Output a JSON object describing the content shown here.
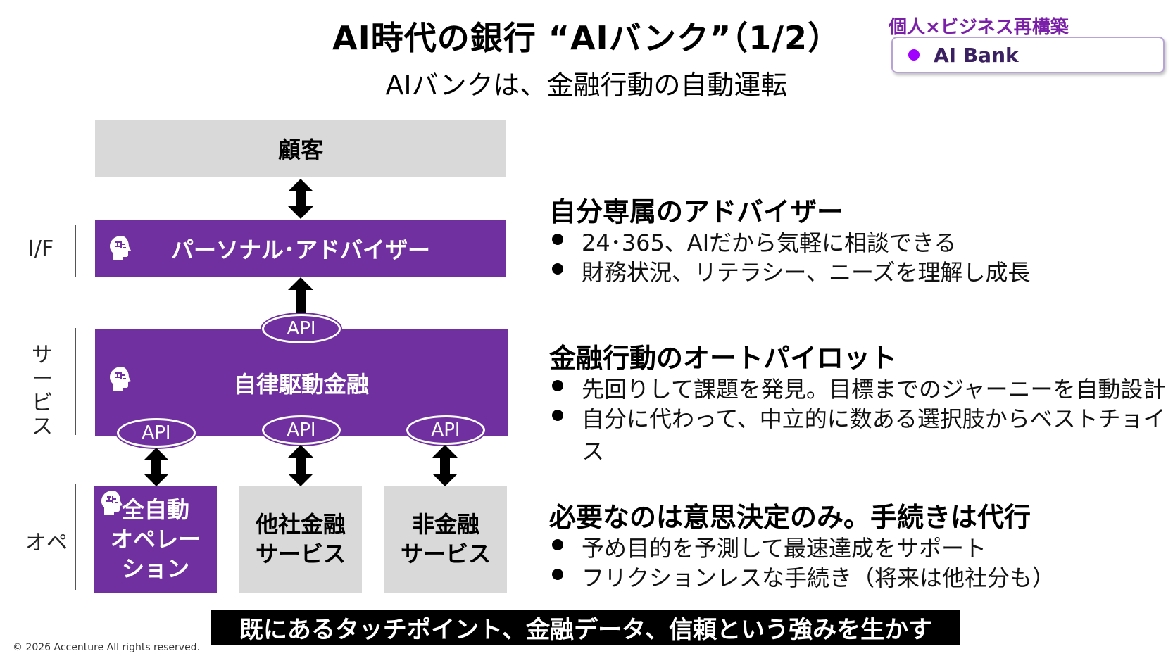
{
  "header": {
    "title": "AI時代の銀行 “AIバンク”（1/2）",
    "subtitle": "AIバンクは、金融行動の自動運転"
  },
  "tag": {
    "heading": "個人×ビジネス再構築",
    "label": "AI Bank",
    "dot_color": "#a100ff"
  },
  "diagram": {
    "customer": "顧客",
    "advisor": "パーソナル･アドバイザー",
    "autonomous": "自律駆動金融",
    "api_label": "API",
    "full_auto_ops": "全自動\nオペレー\nション",
    "other_finance": "他社金融\nサービス",
    "non_finance": "非金融\nサービス",
    "layers": {
      "if": "I/F",
      "service": "サー\nビス",
      "ops": "オペ"
    },
    "icon": "brain-head-icon",
    "colors": {
      "purple": "#7030a0",
      "gray": "#d9d9d9"
    }
  },
  "sections": [
    {
      "heading": "自分専属のアドバイザー",
      "bullets": [
        "24･365、AIだから気軽に相談できる",
        "財務状況、リテラシー、ニーズを理解し成長"
      ]
    },
    {
      "heading": "金融行動のオートパイロット",
      "bullets": [
        "先回りして課題を発見。目標までのジャーニーを自動設計",
        "自分に代わって、中立的に数ある選択肢からベストチョイス"
      ]
    },
    {
      "heading": "必要なのは意思決定のみ。手続きは代行",
      "bullets": [
        "予め目的を予測して最速達成をサポート",
        "フリクションレスな手続き（将来は他社分も）"
      ]
    }
  ],
  "banner": "既にあるタッチポイント、金融データ、信頼という強みを生かす",
  "footer": {
    "copyright": "© 2026 Accenture  All rights reserved."
  }
}
